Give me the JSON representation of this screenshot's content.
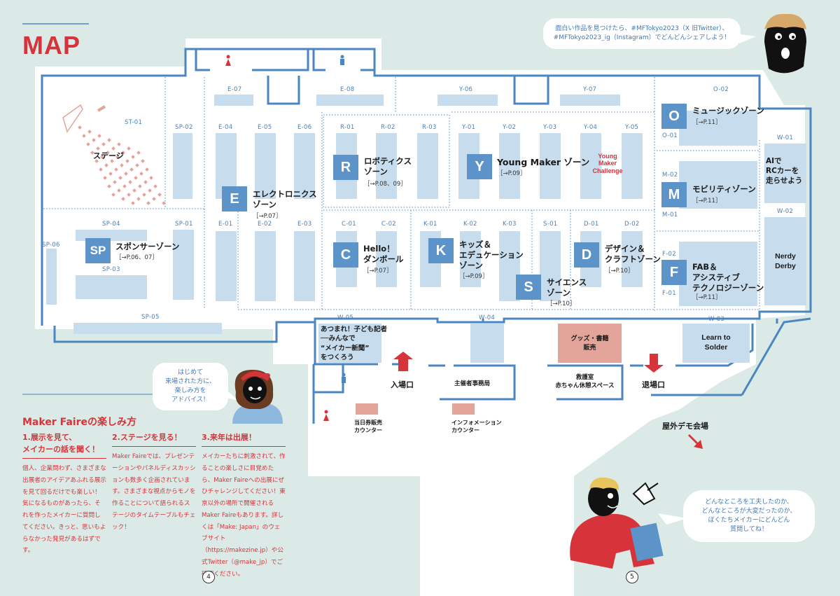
{
  "title": "MAP",
  "share_bubble": {
    "line1": "面白い作品を見つけたら、#MFTokyo2023（X 旧Twitter）、",
    "line2": "#MFTokyo2023_ig（Instagram）でどんどんシェアしよう！"
  },
  "booth_labels": {
    "st01": "ST-01",
    "sp02": "SP-02",
    "sp04": "SP-04",
    "sp01": "SP-01",
    "sp06": "SP-06",
    "sp03": "SP-03",
    "sp05": "SP-05",
    "e07": "E-07",
    "e08": "E-08",
    "e04": "E-04",
    "e05": "E-05",
    "e06": "E-06",
    "e01": "E-01",
    "e02": "E-02",
    "e03": "E-03",
    "y06": "Y-06",
    "y07": "Y-07",
    "y01": "Y-01",
    "y02": "Y-02",
    "y03": "Y-03",
    "y04": "Y-04",
    "y05": "Y-05",
    "r01": "R-01",
    "r02": "R-02",
    "r03": "R-03",
    "c01": "C-01",
    "c02": "C-02",
    "k01": "K-01",
    "k02": "K-02",
    "k03": "K-03",
    "s01": "S-01",
    "d01": "D-01",
    "d02": "D-02",
    "o02": "O-02",
    "o01": "O-01",
    "m02": "M-02",
    "m01": "M-01",
    "f02": "F-02",
    "f01": "F-01",
    "w01": "W-01",
    "w02": "W-02",
    "w03": "W-03",
    "w04": "W-04",
    "w05": "W-05"
  },
  "zones": {
    "stage": "ステージ",
    "e": {
      "letter": "E",
      "name1": "エレクトロニクス",
      "name2": "ゾーン",
      "ref": "［→P.07］"
    },
    "r": {
      "letter": "R",
      "name1": "ロボティクス",
      "name2": "ゾーン",
      "ref": "［→P.08、09］"
    },
    "y": {
      "letter": "Y",
      "name1": "Young Maker ゾーン",
      "ref": "［→P.09］"
    },
    "sp": {
      "letter": "SP",
      "name1": "スポンサーゾーン",
      "ref": "［→P.06、07］"
    },
    "c": {
      "letter": "C",
      "name1": "Hello！",
      "name2": "ダンボール",
      "ref": "［→P.07］"
    },
    "k": {
      "letter": "K",
      "name1": "キッズ＆",
      "name2": "エデュケーション",
      "name3": "ゾーン",
      "ref": "［→P.09］"
    },
    "s": {
      "letter": "S",
      "name1": "サイエンス",
      "name2": "ゾーン",
      "ref": "［→P.10］"
    },
    "d": {
      "letter": "D",
      "name1": "デザイン＆",
      "name2": "クラフトゾーン",
      "ref": "［→P.10］"
    },
    "o": {
      "letter": "O",
      "name1": "ミュージックゾーン",
      "ref": "［→P.11］"
    },
    "m": {
      "letter": "M",
      "name1": "モビリティゾーン",
      "ref": "［→P.11］"
    },
    "f": {
      "letter": "F",
      "name1": "FAB＆",
      "name2": "アシスティブ",
      "name3": "テクノロジーゾーン",
      "ref": "［→P.11］"
    }
  },
  "young_maker_badge": {
    "line1": "Young",
    "line2": "Maker",
    "line3": "Challenge"
  },
  "west": {
    "w01_1": "AIで",
    "w01_2": "RCカーを",
    "w01_3": "走らせよう",
    "w02_1": "Nerdy",
    "w02_2": "Derby",
    "w03_1": "Learn to",
    "w03_2": "Solder",
    "w05_1": "あつまれ！子ども記者",
    "w05_2": "──みんなで",
    "w05_3": "“メイカー新聞”",
    "w05_4": "をつくろう"
  },
  "facilities": {
    "goods_1": "グッズ・書籍",
    "goods_2": "販売",
    "entrance": "入場口",
    "exit": "退場口",
    "office": "主催者事務局",
    "first_aid_1": "救護室",
    "first_aid_2": "赤ちゃん休憩スペース",
    "ticket_1": "当日券販売",
    "ticket_2": "カウンター",
    "info_1": "インフォメーション",
    "info_2": "カウンター",
    "outdoor": "屋外デモ会場"
  },
  "advice_bubble": {
    "line1": "はじめて",
    "line2": "来場された方に、",
    "line3": "楽しみ方を",
    "line4": "アドバイス！"
  },
  "kid_bubble": {
    "line1": "どんなところを工夫したのか、",
    "line2": "どんなところが大変だったのか、",
    "line3": "ぼくたちメイカーにどんどん",
    "line4": "質問してね！"
  },
  "howto": {
    "title": "Maker Faireの楽しみ方",
    "col1": {
      "head1": "1.展示を見て、",
      "head2": "メイカーの話を聞く！",
      "body": "個人、企業問わず、さまざまな出展者のアイデアあふれる展示を見て回るだけでも楽しい！　気になるものがあったら、それを作ったメイカーに質問してください。きっと、思いもよらなかった発見があるはずです。"
    },
    "col2": {
      "head": "2.ステージを見る！",
      "body": "Maker Faireでは、プレゼンテーションやパネルディスカッションも数多く企画されています。さまざまな視点からモノを作ることについて語られるステージのタイムテーブルもチェック！"
    },
    "col3": {
      "head": "3.来年は出展！",
      "body": "メイカーたちに刺激されて、作ることの楽しさに目覚めたら、Maker Faireへの出展にぜひチャレンジしてください！東京以外の場所で開催されるMaker Faireもあります。詳しくは「Make: Japan」のウェブサイト（https://makezine.jp）や公式Twitter（@make_jp）でご確認ください。"
    }
  },
  "pages": {
    "left": "4",
    "right": "5"
  },
  "colors": {
    "wall": "#4a86c0",
    "booth": "#c7dcec",
    "zone": "#5c93c9",
    "red": "#d6343a",
    "counter": "#e3a59a"
  }
}
